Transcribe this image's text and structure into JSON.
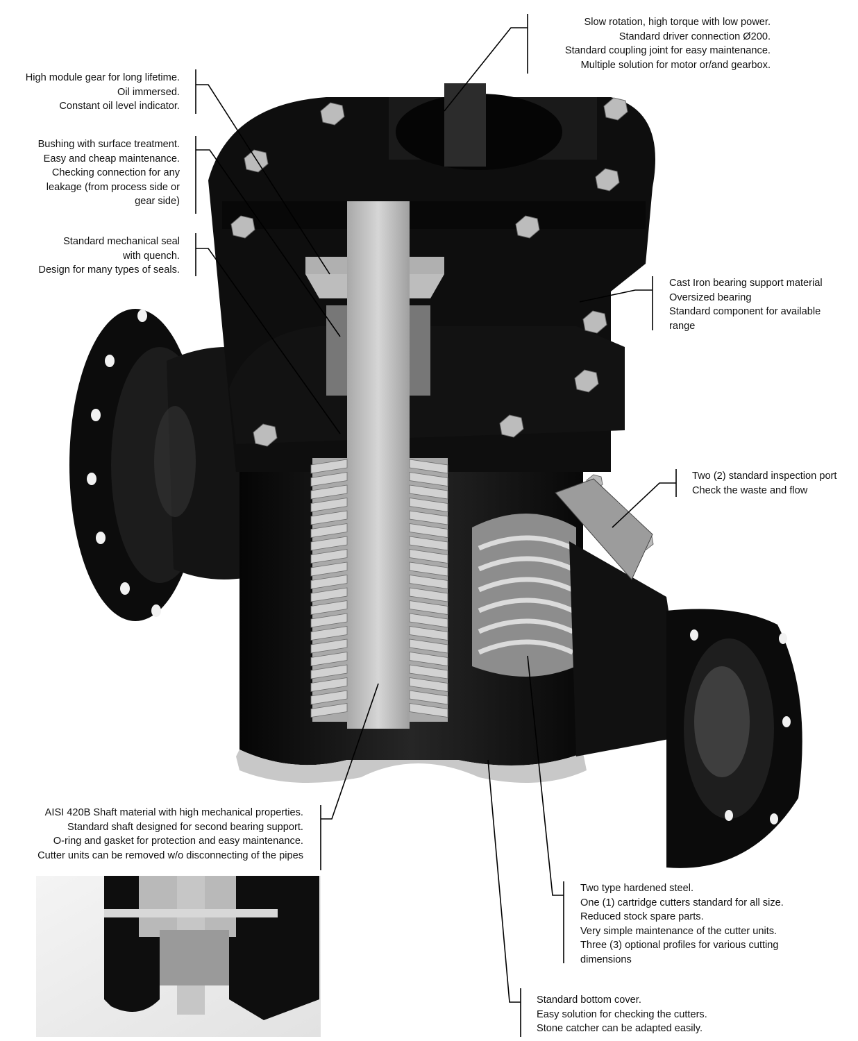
{
  "colors": {
    "background": "#ffffff",
    "text": "#111111",
    "leader": "#000000",
    "body_dark": "#101010",
    "body_mid": "#2a2a2a",
    "metal_light": "#bdbdbd",
    "metal_mid": "#9a9a9a"
  },
  "callouts": {
    "driver": [
      "Slow rotation, high torque with low power.",
      "Standard driver connection Ø200.",
      "Standard coupling joint for easy maintenance.",
      "Multiple solution for motor or/and gearbox."
    ],
    "gear": [
      "High module gear for long lifetime.",
      "Oil immersed.",
      "Constant oil level indicator."
    ],
    "bushing": [
      "Bushing with surface treatment.",
      "Easy and cheap maintenance.",
      "Checking connection for any",
      "leakage (from process side or",
      "gear side)"
    ],
    "seal": [
      "Standard mechanical seal",
      "with quench.",
      "Design for many types of seals."
    ],
    "bearing": [
      "Cast Iron bearing support material",
      "Oversized bearing",
      "Standard component for available",
      "range"
    ],
    "inspection": [
      "Two (2) standard inspection port",
      "Check the waste and flow"
    ],
    "shaft": [
      "AISI 420B Shaft material with high mechanical properties.",
      "Standard shaft designed for second bearing support.",
      "O-ring and gasket for protection and easy maintenance.",
      "Cutter units can be removed w/o disconnecting of the pipes"
    ],
    "cutters": [
      "Two type  hardened steel.",
      "One (1) cartridge cutters standard for all size.",
      "Reduced stock spare parts.",
      "Very simple maintenance of the cutter units.",
      "Three (3) optional profiles for various cutting",
      "dimensions"
    ],
    "bottom": [
      "Standard bottom cover.",
      "Easy solution for checking the cutters.",
      "Stone catcher can be adapted easily."
    ]
  }
}
